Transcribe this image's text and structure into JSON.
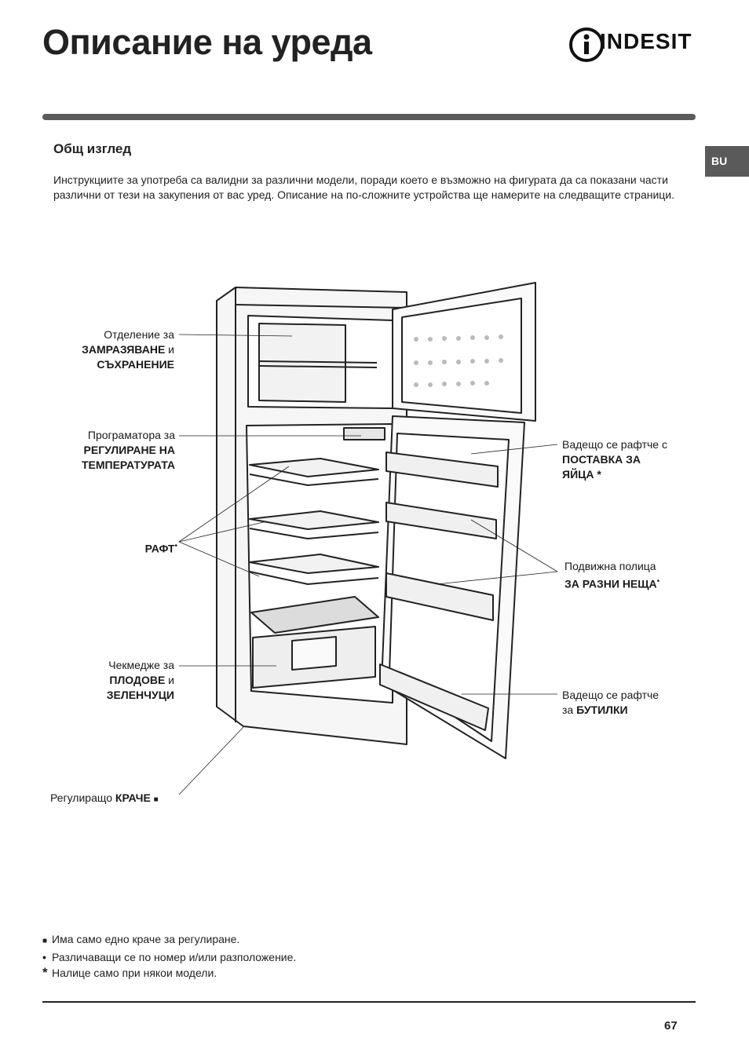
{
  "header": {
    "title": "Описание на уреда",
    "brand": "INDESIT",
    "lang_tab": "BU"
  },
  "section": {
    "heading": "Общ изглед",
    "intro": "Инструкциите за употреба са валидни за различни модели, поради което е възможно на фигурата да са показани части различни от тези на закупения от вас уред. Описание на по-сложните устройства ще намерите на следващите страници."
  },
  "labels": {
    "freezer": {
      "l1": "Отделение за",
      "l2": "ЗАМРАЗЯВАНЕ",
      "l2b": " и",
      "l3": "СЪХРАНЕНИЕ"
    },
    "thermostat": {
      "l1": "Програматора за",
      "l2": "РЕГУЛИРАНЕ НА",
      "l3": "ТЕМПЕРАТУРАТА"
    },
    "shelf": {
      "l1": "РАФТ",
      "mark": "•"
    },
    "crisper": {
      "l1": "Чекмедже за",
      "l2": "ПЛОДОВЕ",
      "l2b": " и",
      "l3": "ЗЕЛЕНЧУЦИ"
    },
    "foot": {
      "l1": "Регулиращо ",
      "l1b": "КРАЧЕ",
      "mark": "■"
    },
    "egg": {
      "l1": "Вадещо се рафтче с",
      "l2": "ПОСТАВКА ЗА",
      "l3": "ЯЙЦА",
      "mark": " *"
    },
    "movable": {
      "l1": "Подвижна полица",
      "l2": "ЗА РАЗНИ НЕЩА",
      "mark": "•"
    },
    "bottle": {
      "l1": "Вадещо се рафтче",
      "l2": "за ",
      "l2b": "БУТИЛКИ"
    }
  },
  "notes": [
    {
      "mark": "■",
      "text": "Има само едно краче за регулиране."
    },
    {
      "mark": "•",
      "text": "Различаващи се по номер и/или разположение."
    },
    {
      "mark": "*",
      "text": "Налице само при някои модели."
    }
  ],
  "footer": {
    "page_number": "67"
  },
  "colors": {
    "bar": "#5b5b5b",
    "tab": "#5a5a5a",
    "text": "#1a1a1a"
  }
}
